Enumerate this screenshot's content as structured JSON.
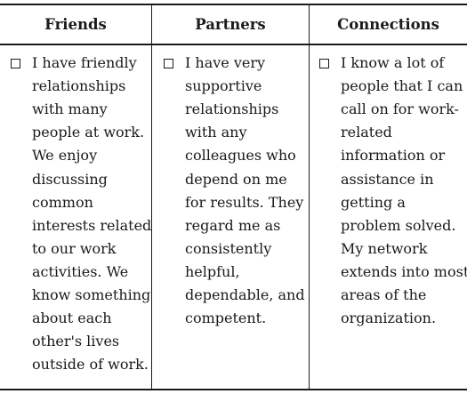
{
  "headers": [
    "Friends",
    "Partners",
    "Connections"
  ],
  "columns": [
    {
      "checked": false,
      "lines": [
        "I have friendly",
        "relationships",
        "with many",
        "people at work.",
        "We enjoy",
        "discussing",
        "common",
        "interests related",
        "to our work",
        "activities. We",
        "know something",
        "about each",
        "other's lives",
        "outside of work."
      ]
    },
    {
      "checked": false,
      "lines": [
        "I have very",
        "supportive",
        "relationships",
        "with any",
        "colleagues who",
        "depend on me",
        "for results. They",
        "regard me as",
        "consistently",
        "helpful,",
        "dependable, and",
        "competent."
      ]
    },
    {
      "checked": false,
      "lines": [
        "I know a lot of",
        "people that I can",
        "call on for work-",
        "related",
        "information or",
        "assistance in",
        "getting a",
        "problem solved.",
        "My network",
        "extends into most",
        "areas of the",
        "organization."
      ]
    }
  ]
}
